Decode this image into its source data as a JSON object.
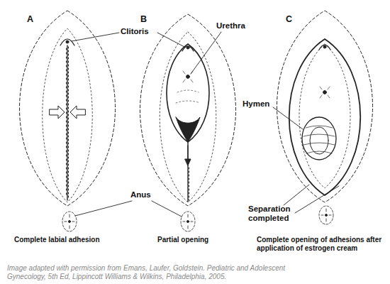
{
  "diagram": {
    "caption": "Image adapted with permission from Emans, Laufer, Goldstein. Pediatric and Adolescent Gynecology, 5th Ed, Lippincott Williams & Wilkins, Philadelphia, 2005.",
    "labels": [
      "A",
      "B",
      "C",
      "Clitoris",
      "Urethra",
      "Hymen",
      "Separation completed",
      "Anus",
      "Complete labial adhesion",
      "Partial opening",
      "Complete opening of adhesions after application of estrogen cream"
    ]
  }
}
